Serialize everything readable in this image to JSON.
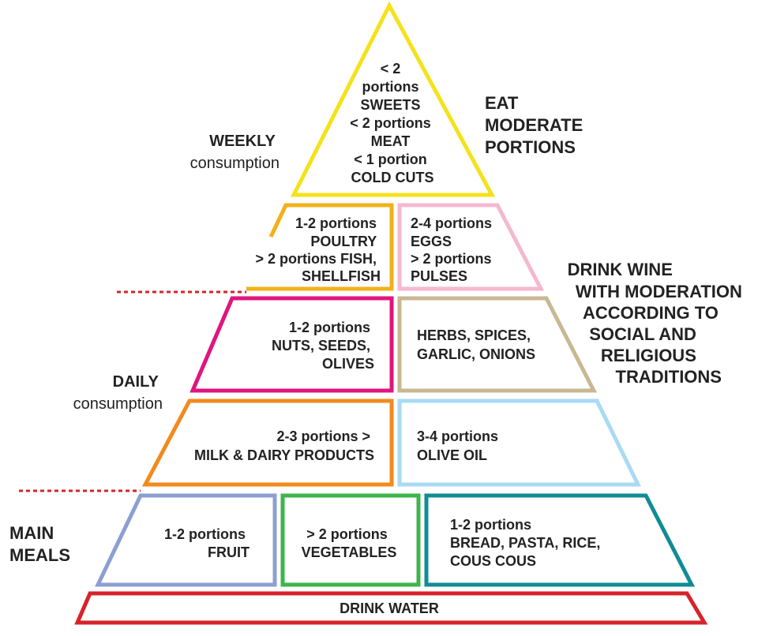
{
  "colors": {
    "top_triangle": "#f4e21b",
    "poultry": "#f2b11a",
    "eggs": "#f4b8d0",
    "nuts": "#e0157f",
    "herbs": "#c8b893",
    "milk": "#f28a1d",
    "olive_oil": "#a9daf4",
    "fruit": "#8d9fd2",
    "vegetables": "#3db54a",
    "bread": "#118c95",
    "water": "#d6232a",
    "separator": "#d6232a",
    "text": "#222222"
  },
  "pyramid": {
    "top": {
      "lines": [
        "< 2",
        "portions",
        "SWEETS",
        "< 2 portions",
        "MEAT",
        "< 1 portion",
        "COLD CUTS"
      ]
    },
    "poultry": {
      "lines": [
        "1-2 portions",
        "POULTRY",
        "> 2 portions FISH,",
        "SHELLFISH"
      ]
    },
    "eggs": {
      "lines": [
        "2-4 portions",
        "EGGS",
        "> 2 portions",
        "PULSES"
      ]
    },
    "nuts": {
      "lines": [
        "1-2 portions",
        "NUTS, SEEDS,",
        "OLIVES"
      ]
    },
    "herbs": {
      "lines": [
        "HERBS, SPICES,",
        "GARLIC, ONIONS"
      ]
    },
    "milk": {
      "lines": [
        "2-3 portions >",
        "MILK & DAIRY PRODUCTS"
      ]
    },
    "olive_oil": {
      "lines": [
        "3-4 portions",
        "OLIVE OIL"
      ]
    },
    "fruit": {
      "lines": [
        "1-2 portions",
        "FRUIT"
      ]
    },
    "vegetables": {
      "lines": [
        "> 2 portions",
        "VEGETABLES"
      ]
    },
    "bread": {
      "lines": [
        "1-2 portions",
        "BREAD, PASTA, RICE,",
        "COUS COUS"
      ]
    },
    "water": {
      "label": "DRINK WATER"
    }
  },
  "side_labels": {
    "weekly": {
      "bold": "WEEKLY",
      "normal": "consumption"
    },
    "daily": {
      "bold": "DAILY",
      "normal": "consumption"
    },
    "main_meals": [
      "MAIN",
      "MEALS"
    ],
    "eat_moderate": [
      "EAT",
      "MODERATE",
      "PORTIONS"
    ],
    "drink_wine": [
      "DRINK WINE",
      "WITH MODERATION",
      "ACCORDING TO",
      "SOCIAL AND",
      "RELIGIOUS",
      "TRADITIONS"
    ]
  }
}
